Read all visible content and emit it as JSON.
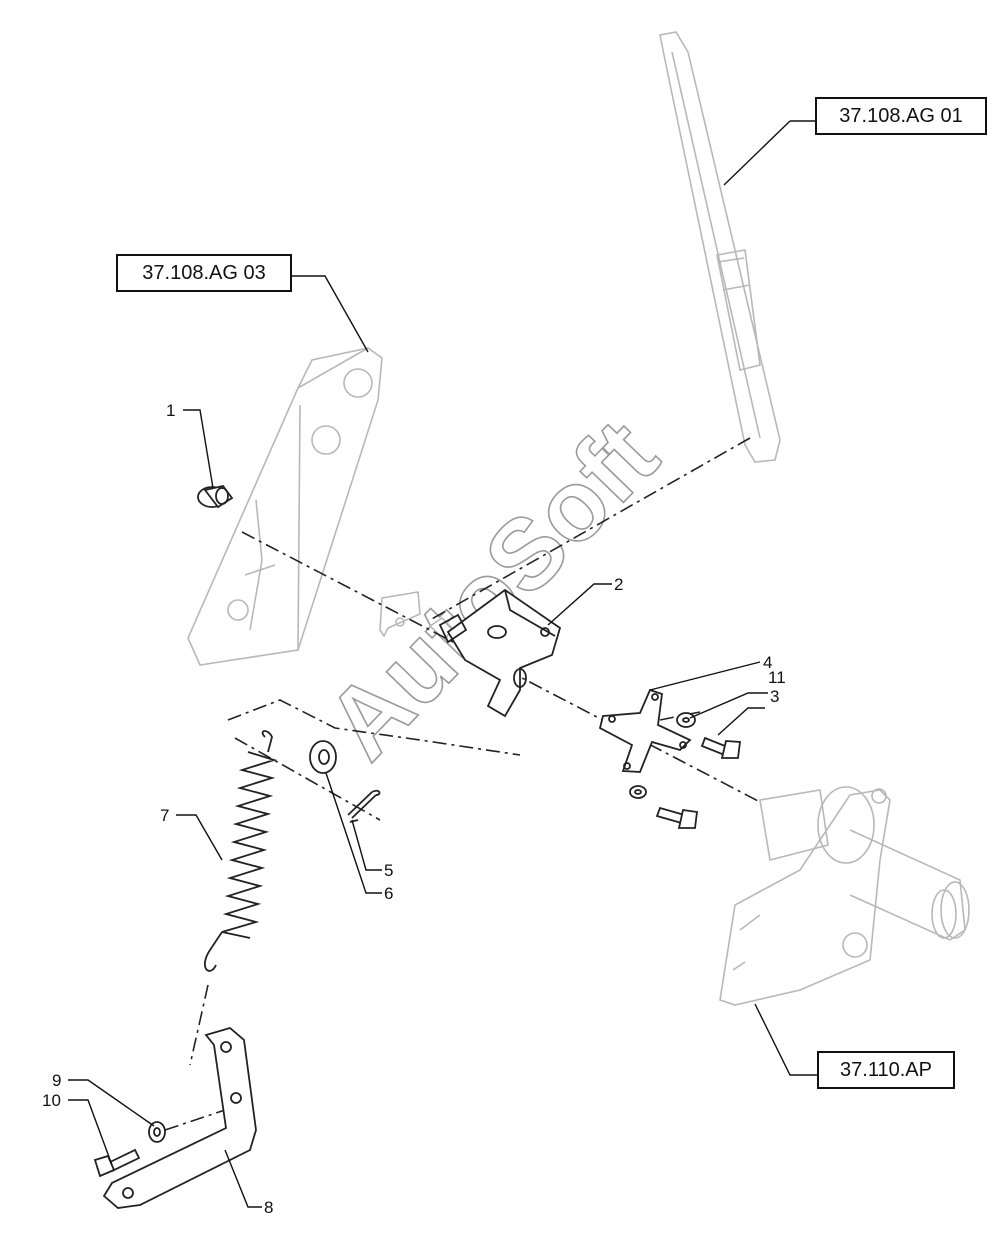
{
  "references": {
    "top_right": "37.108.AG 01",
    "top_left": "37.108.AG 03",
    "bottom_right": "37.110.AP"
  },
  "callouts": {
    "c1": "1",
    "c2": "2",
    "c3": "3",
    "c4": "4",
    "c5": "5",
    "c6": "6",
    "c7": "7",
    "c8": "8",
    "c9": "9",
    "c10": "10",
    "c11": "11"
  },
  "watermark": "AutoSoft"
}
